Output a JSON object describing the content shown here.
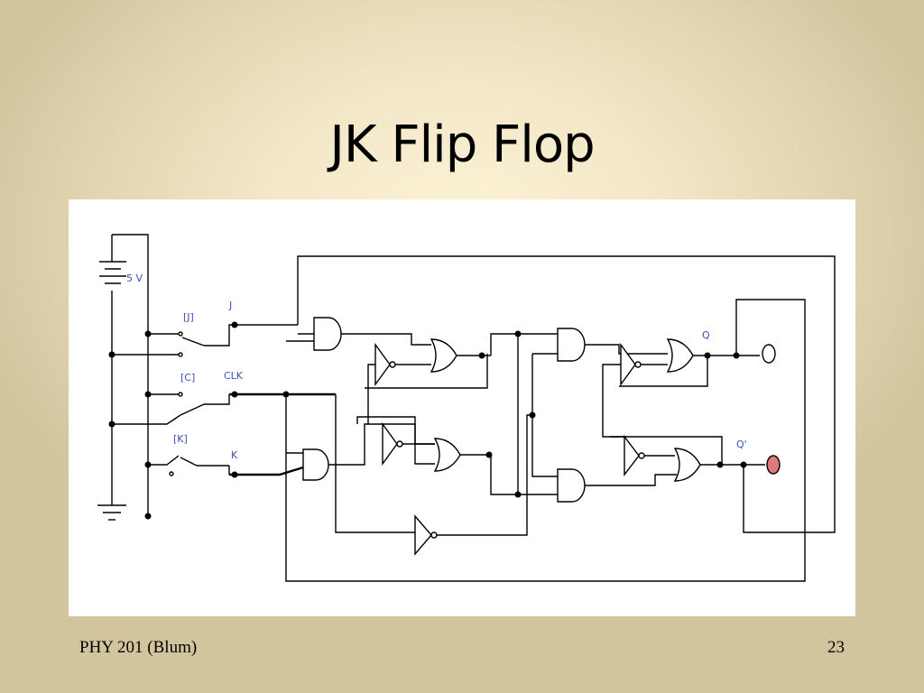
{
  "slide": {
    "title": "JK Flip Flop",
    "footer_left": "PHY 201 (Blum)",
    "page_number": "23"
  },
  "diagram": {
    "labels": {
      "supply": "5 V",
      "switch_j": "[J]",
      "switch_c": "[C]",
      "switch_k": "[K]",
      "input_j": "J",
      "input_clk": "CLK",
      "input_k": "K",
      "output_q": "Q",
      "output_qbar": "Q'"
    },
    "outputs": {
      "q_lamp": "off",
      "qbar_lamp": "on"
    },
    "colors": {
      "label": "#3a4fb8",
      "lamp_on": "#e07a7a",
      "lamp_off": "#ffffff"
    }
  }
}
